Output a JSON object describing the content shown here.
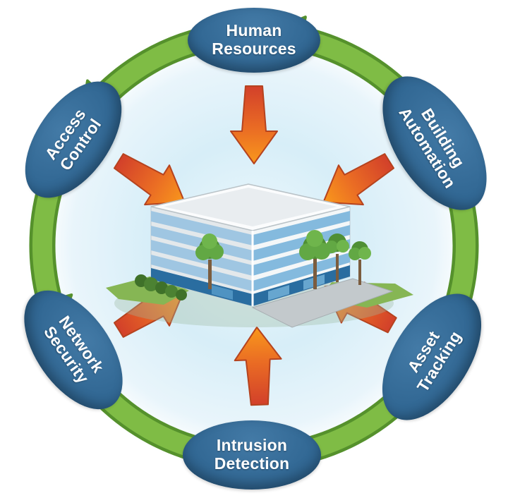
{
  "diagram": {
    "nodes": [
      {
        "id": "human-resources",
        "line1": "Human",
        "line2": "Resources"
      },
      {
        "id": "building-automation",
        "line1": "Building",
        "line2": "Automation"
      },
      {
        "id": "asset-tracking",
        "line1": "Asset",
        "line2": "Tracking"
      },
      {
        "id": "intrusion-detection",
        "line1": "Intrusion",
        "line2": "Detection"
      },
      {
        "id": "network-security",
        "line1": "Network",
        "line2": "Security"
      },
      {
        "id": "access-control",
        "line1": "Access",
        "line2": "Control"
      }
    ],
    "center_icon": "office-building-illustration",
    "colors": {
      "node_fill": "#2f6591",
      "node_fill_light": "#437aa6",
      "node_text": "#ffffff",
      "cycle_arrow": "#7fbc45",
      "cycle_arrow_outline": "#55912c",
      "inward_arrow_tail": "#d2402a",
      "inward_arrow_mid": "#ea6c24",
      "inward_arrow_head": "#f9981c",
      "inward_arrow_outline": "#b5431f",
      "glow": "#d7eef8",
      "background": "#ffffff"
    }
  }
}
